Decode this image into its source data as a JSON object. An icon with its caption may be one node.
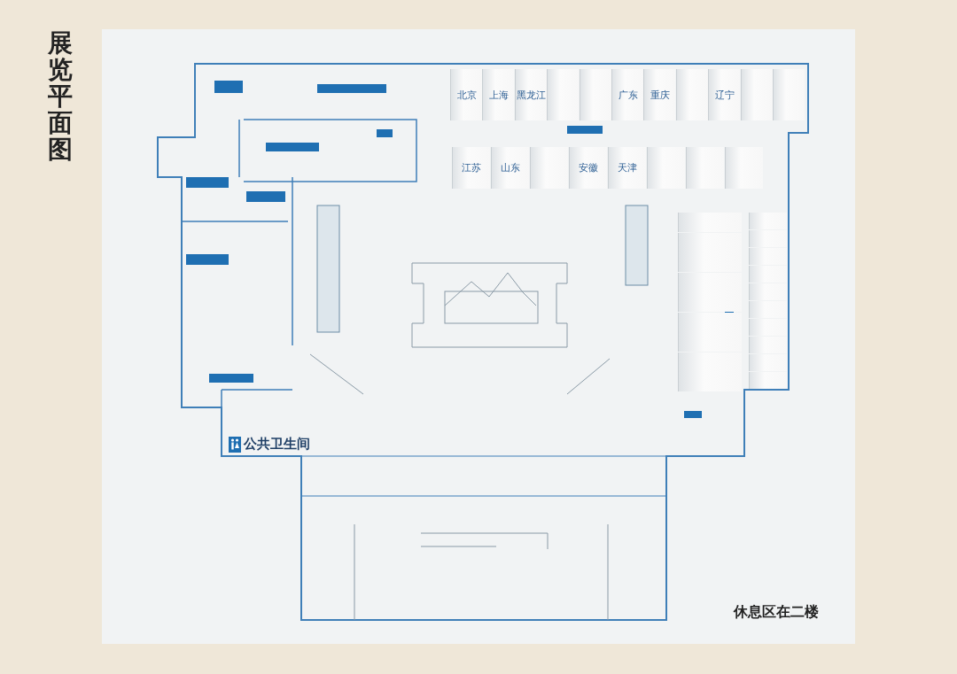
{
  "diagram": {
    "title": "展览平面图",
    "nodes": [
      {
        "text": [
          "北京"
        ]
      },
      {
        "text": [
          "上海"
        ]
      },
      {
        "text": [
          "黑龙江"
        ]
      },
      {
        "text": [],
        "shape": "box"
      },
      {
        "text": [],
        "shape": "box"
      },
      {
        "text": [
          "广东"
        ]
      },
      {
        "text": [
          "重庆"
        ]
      },
      {
        "text": [],
        "shape": "box"
      },
      {
        "text": [
          "辽宁"
        ]
      },
      {
        "text": [],
        "shape": "box"
      },
      {
        "text": [],
        "shape": "box"
      },
      {
        "text": [
          "江苏"
        ]
      },
      {
        "text": [
          "山东"
        ]
      },
      {
        "text": [],
        "shape": "box"
      },
      {
        "text": [
          "安徽"
        ]
      },
      {
        "text": [
          "天津"
        ]
      },
      {
        "text": [],
        "shape": "box"
      },
      {
        "text": [],
        "shape": "box"
      },
      {
        "text": [],
        "shape": "box"
      },
      {
        "text": [],
        "shape": "box"
      },
      {
        "text": [],
        "shape": "box"
      },
      {
        "text": [],
        "shape": "box"
      },
      {
        "text": [],
        "shape": "box"
      },
      {
        "text": [],
        "shape": "box"
      },
      {
        "text": [],
        "shape": "box"
      },
      {
        "text": [],
        "shape": "box"
      },
      {
        "text": [],
        "shape": "box"
      },
      {
        "text": [],
        "shape": "box"
      },
      {
        "text": [],
        "shape": "box"
      },
      {
        "text": [],
        "shape": "box"
      },
      {
        "text": [],
        "shape": "box"
      },
      {
        "text": [],
        "shape": "box"
      },
      {
        "text": [],
        "shape": "box"
      },
      {
        "text": [],
        "shape": "box"
      },
      {
        "text": [],
        "shape": "box"
      },
      {
        "text": [],
        "shape": "box"
      },
      {
        "text": [],
        "shape": "box"
      },
      {
        "text": [],
        "shape": "box"
      }
    ],
    "labels": [
      "公共卫生间",
      "休息区在二楼"
    ]
  }
}
